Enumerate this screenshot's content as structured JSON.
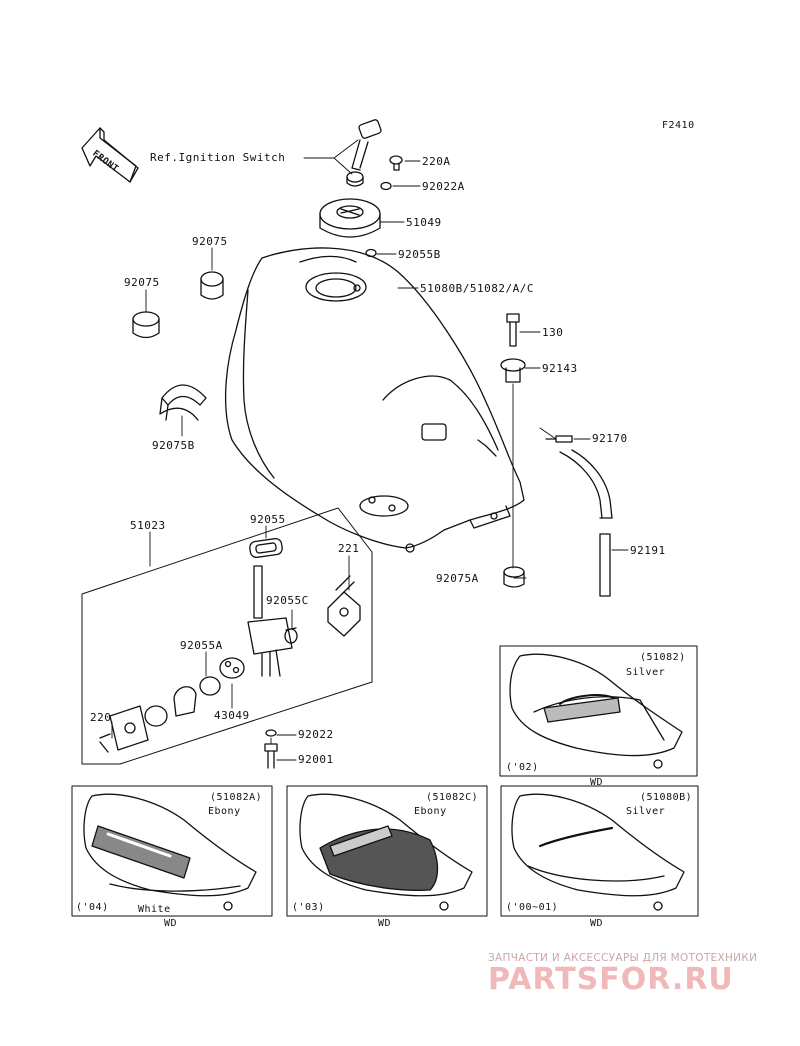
{
  "figure_code": "F2410",
  "front_label": "FRONT",
  "ref_ignition": "Ref.Ignition Switch",
  "parts": {
    "p220a": "220A",
    "p92022a": "92022A",
    "p51049": "51049",
    "p92055b": "92055B",
    "p92075_top": "92075",
    "p92075_left": "92075",
    "p51080b": "51080B/51082/A/C",
    "p130": "130",
    "p92143": "92143",
    "p92075b": "92075B",
    "p92170": "92170",
    "p51023": "51023",
    "p92055": "92055",
    "p221": "221",
    "p92191": "92191",
    "p92055c": "92055C",
    "p92075a": "92075A",
    "p92055a": "92055A",
    "p43049": "43049",
    "p220": "220",
    "p92022": "92022",
    "p92001": "92001"
  },
  "variants": {
    "v51082": {
      "code": "(51082)",
      "color": "Silver",
      "year": "('02)",
      "wd": "WD"
    },
    "v51082a": {
      "code": "(51082A)",
      "color": "Ebony",
      "color2": "White",
      "year": "('04)",
      "wd": "WD"
    },
    "v51082c": {
      "code": "(51082C)",
      "color": "Ebony",
      "year": "('03)",
      "wd": "WD"
    },
    "v51080b": {
      "code": "(51080B)",
      "color": "Silver",
      "year": "('00~01)",
      "wd": "WD"
    }
  },
  "watermark": {
    "line1": "ЗАПЧАСТИ И АКСЕССУАРЫ ДЛЯ МОТОТЕХНИКИ",
    "line2": "PARTSFOR.RU"
  }
}
